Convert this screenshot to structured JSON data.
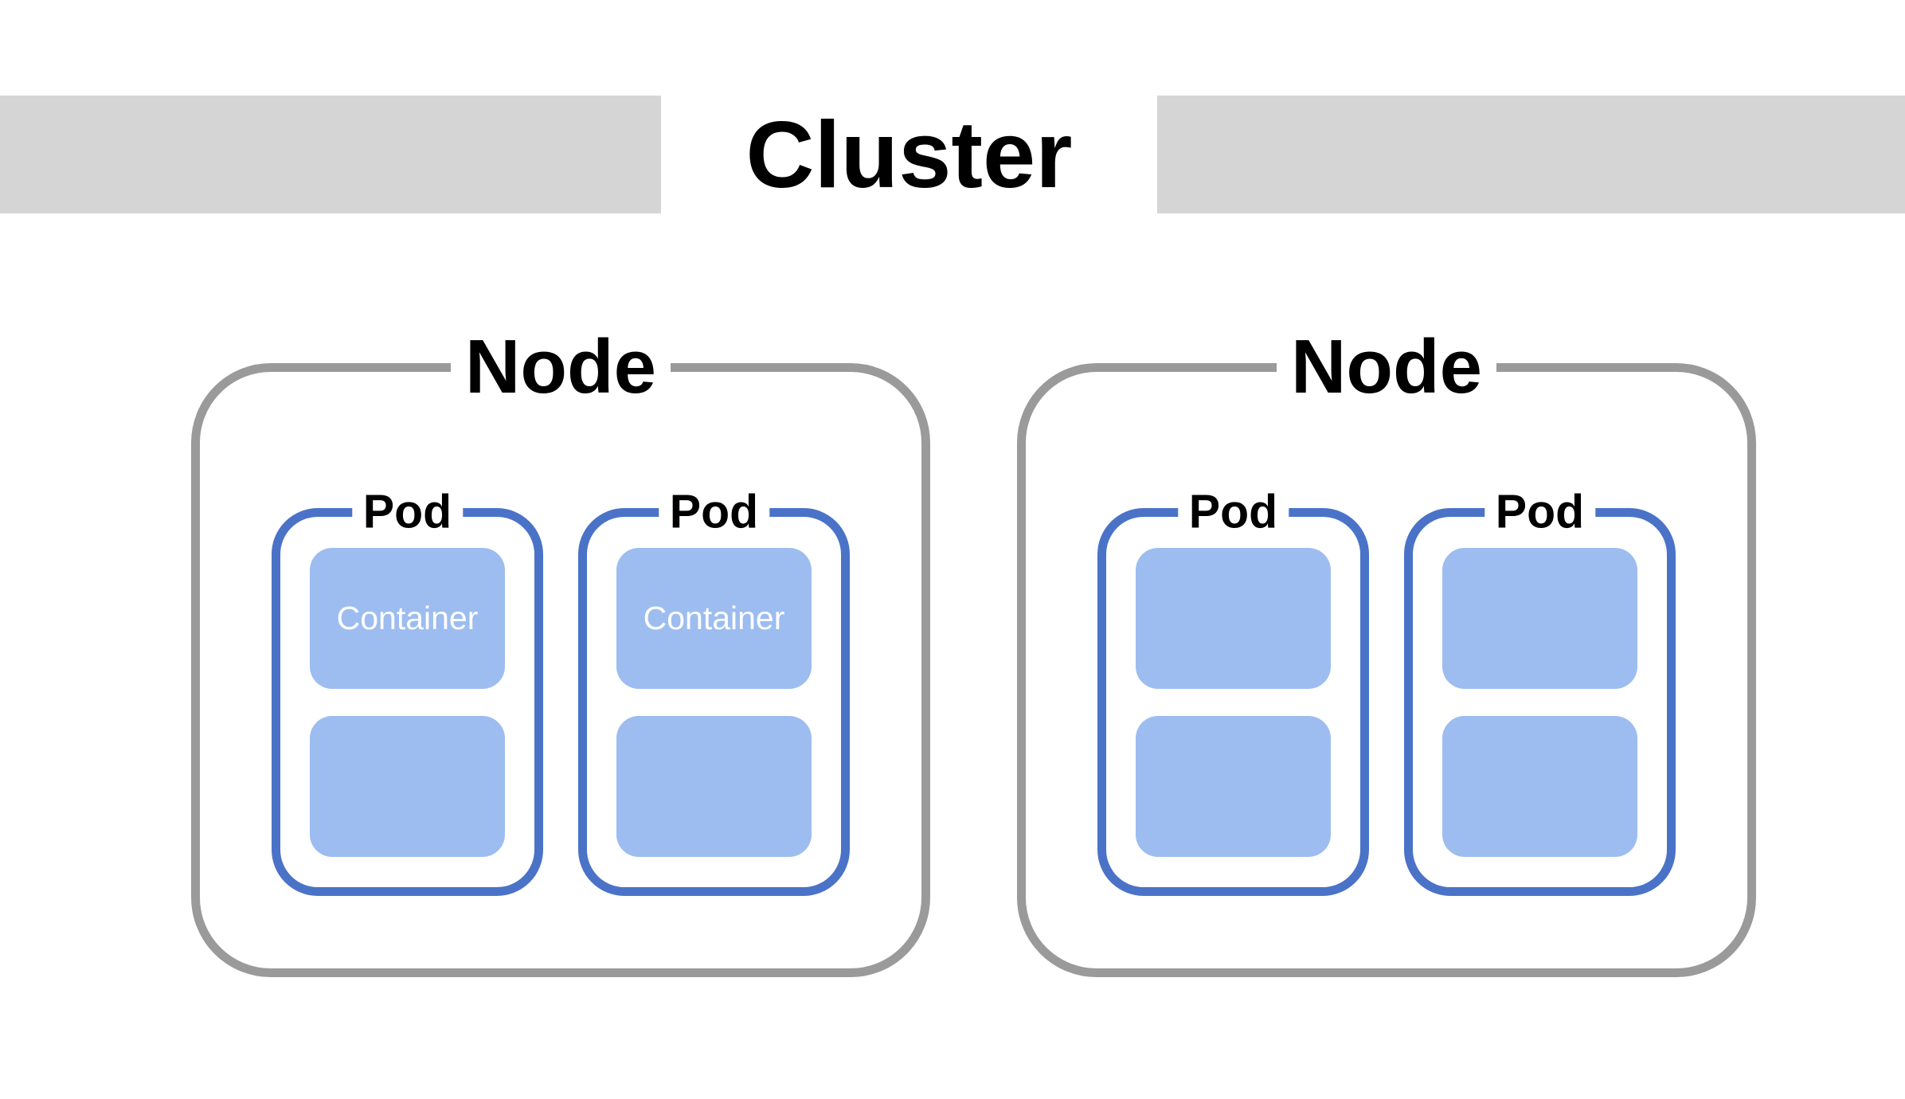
{
  "diagram": {
    "title": "Cluster",
    "colors": {
      "band": "#d5d5d5",
      "title": "#000000",
      "node_border": "#9a9a9a",
      "pod_border": "#4a73c8",
      "container_fill": "#9dbdf0",
      "container_text": "#ffffff"
    },
    "nodes": [
      {
        "label": "Node",
        "pods": [
          {
            "label": "Pod",
            "containers": [
              {
                "label": "Container"
              },
              {
                "label": ""
              }
            ]
          },
          {
            "label": "Pod",
            "containers": [
              {
                "label": "Container"
              },
              {
                "label": ""
              }
            ]
          }
        ]
      },
      {
        "label": "Node",
        "pods": [
          {
            "label": "Pod",
            "containers": [
              {
                "label": ""
              },
              {
                "label": ""
              }
            ]
          },
          {
            "label": "Pod",
            "containers": [
              {
                "label": ""
              },
              {
                "label": ""
              }
            ]
          }
        ]
      }
    ]
  }
}
